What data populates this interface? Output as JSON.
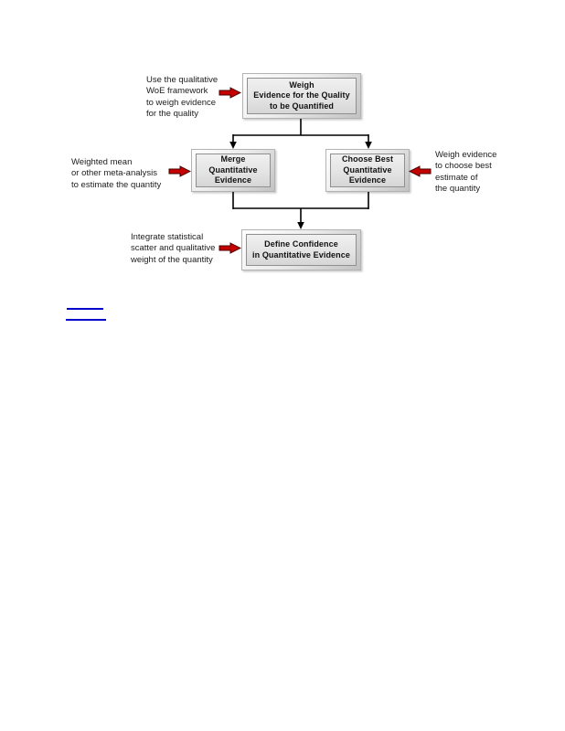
{
  "diagram": {
    "boxes": {
      "weigh": {
        "text": "Weigh\nEvidence for the Quality\nto be Quantified"
      },
      "merge": {
        "text": "Merge\nQuantitative\nEvidence"
      },
      "choose_best": {
        "text": "Choose Best\nQuantitative\nEvidence"
      },
      "define_confidence": {
        "text": "Define Confidence\nin Quantitative Evidence"
      }
    },
    "annotations": {
      "qualitative_woe": {
        "text": "Use the qualitative\nWoE framework\nto weigh evidence\nfor the quality"
      },
      "weighted_mean": {
        "text": "Weighted mean\nor other meta-analysis\nto estimate the quantity"
      },
      "weigh_evidence": {
        "text": "Weigh evidence\nto choose best\nestimate of\nthe quantity"
      },
      "integrate_statistical": {
        "text": "Integrate statistical\nscatter and qualitative\nweight of the quantity"
      }
    },
    "icons": {
      "red_arrow_right": "red-arrow-right-icon",
      "red_arrow_left": "red-arrow-left-icon"
    },
    "colors": {
      "arrow_red": "#c40000",
      "arrow_red_outline": "#4a0000",
      "connector_black": "#000000",
      "box_fill": "#e4e4e4",
      "box_border": "#8f8f8f",
      "link_blue": "#0000cc"
    }
  },
  "links": {
    "link1": {
      "label": ""
    },
    "link2": {
      "label": ""
    }
  }
}
